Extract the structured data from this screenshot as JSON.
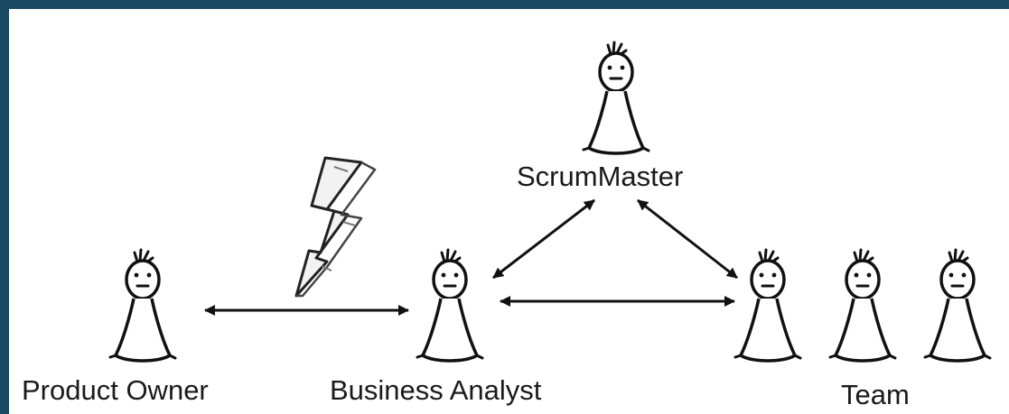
{
  "diagram": {
    "labels": {
      "product_owner": "Product Owner",
      "business_analyst": "Business Analyst",
      "scrum_master": "ScrumMaster",
      "team": "Team"
    },
    "icons": {
      "person": "stick-figure-icon",
      "tension": "lightning-bolt-icon"
    },
    "colors": {
      "frame": "#1a4a63",
      "ink": "#111111",
      "background": "#ffffff"
    }
  }
}
